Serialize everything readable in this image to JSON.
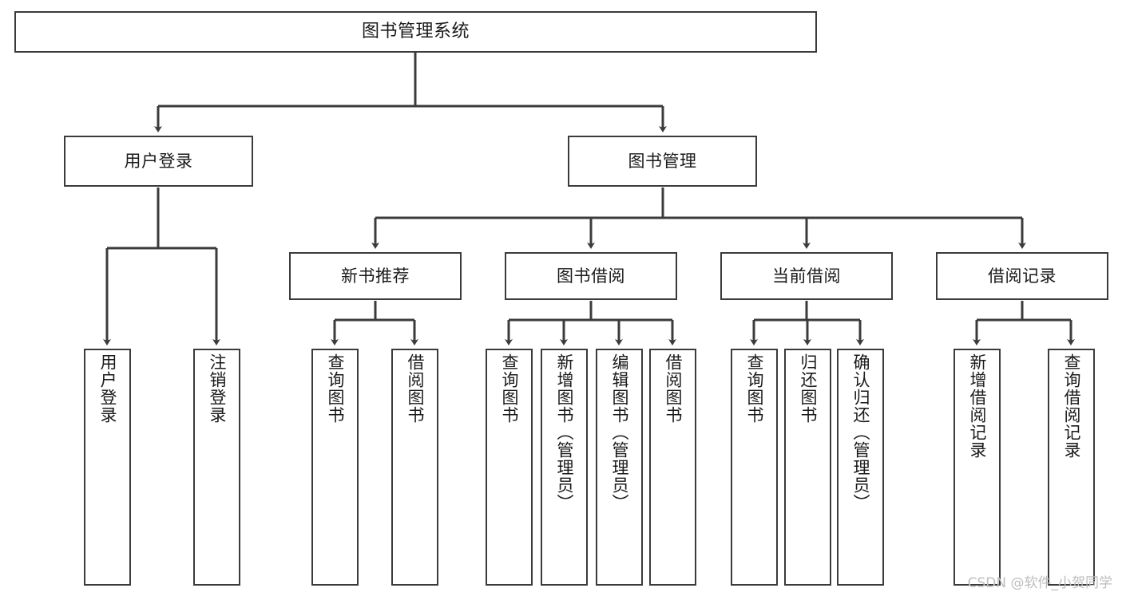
{
  "diagram": {
    "title": "图书管理系统",
    "watermark": "CSDN @软件_小贺同学",
    "edge_color": "#3b3b3b",
    "box_border_color": "#3b3b3b",
    "box_fill_color": "#ffffff",
    "text_color": "#1a1a1a",
    "root": {
      "label": "图书管理系统"
    },
    "level2": [
      {
        "label": "用户登录"
      },
      {
        "label": "图书管理"
      }
    ],
    "level3": [
      {
        "label": "新书推荐"
      },
      {
        "label": "图书借阅"
      },
      {
        "label": "当前借阅"
      },
      {
        "label": "借阅记录"
      }
    ],
    "leaves_user_login": [
      {
        "label": "用户登录"
      },
      {
        "label": "注销登录"
      }
    ],
    "leaves_new_book": [
      {
        "label": "查询图书"
      },
      {
        "label": "借阅图书"
      }
    ],
    "leaves_borrow": [
      {
        "label": "查询图书"
      },
      {
        "label": "新增图书（管理员）"
      },
      {
        "label": "编辑图书（管理员）"
      },
      {
        "label": "借阅图书"
      }
    ],
    "leaves_current": [
      {
        "label": "查询图书"
      },
      {
        "label": "归还图书"
      },
      {
        "label": "确认归还（管理员）"
      }
    ],
    "leaves_records": [
      {
        "label": "新增借阅记录"
      },
      {
        "label": "查询借阅记录"
      }
    ]
  }
}
